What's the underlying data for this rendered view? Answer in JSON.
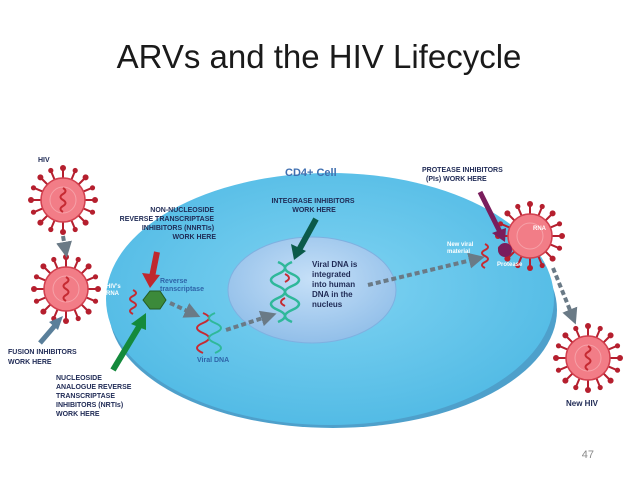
{
  "slide": {
    "title": "ARVs and the HIV Lifecycle",
    "page_number": "47"
  },
  "diagram": {
    "cell_label": "CD4+ Cell",
    "hiv_label": "HIV",
    "hiv_rna_label": [
      "HIV's",
      "RNA"
    ],
    "reverse_transcriptase_label": [
      "Reverse",
      "transcriptase"
    ],
    "viral_dna_label": "Viral DNA",
    "nucleus_text": [
      "Viral DNA is",
      "integrated",
      "into human",
      "DNA in the",
      "nucleus"
    ],
    "new_viral_material_label": [
      "New viral",
      "material"
    ],
    "rna_label": "RNA",
    "protease_label": "Protease",
    "new_hiv_label": "New HIV",
    "inhibitors": {
      "fusion": [
        "FUSION INHIBITORS",
        "WORK HERE"
      ],
      "nnrti": [
        "NON-NUCLEOSIDE",
        "REVERSE TRANSCRIPTASE",
        "INHIBITORS (NNRTIs)",
        "WORK HERE"
      ],
      "nrti": [
        "NUCLEOSIDE",
        "ANALOGUE REVERSE",
        "TRANSCRIPTASE",
        "INHIBITORS (NRTIs)",
        "WORK HERE"
      ],
      "integrase": [
        "INTEGRASE INHIBITORS",
        "WORK HERE"
      ],
      "protease": [
        "PROTEASE INHIBITORS",
        "(PIs) WORK HERE"
      ]
    }
  },
  "colors": {
    "cell_fill": "#5bc4ea",
    "cell_edge": "#2f8fc2",
    "nucleus_fill": "#a8cdf0",
    "virus_body": "#f27d87",
    "virus_spike": "#b51f2e",
    "rna_strand": "#c62a32",
    "dna_strand": "#2fb89a",
    "nnrti_arrow": "#c0282e",
    "nrti_arrow": "#148a3c",
    "integrase_arrow": "#0b5a4a",
    "protease_arrow": "#7a1d5c",
    "fusion_arrow": "#5a7f9a",
    "flow_arrow": "#6a7a86"
  }
}
